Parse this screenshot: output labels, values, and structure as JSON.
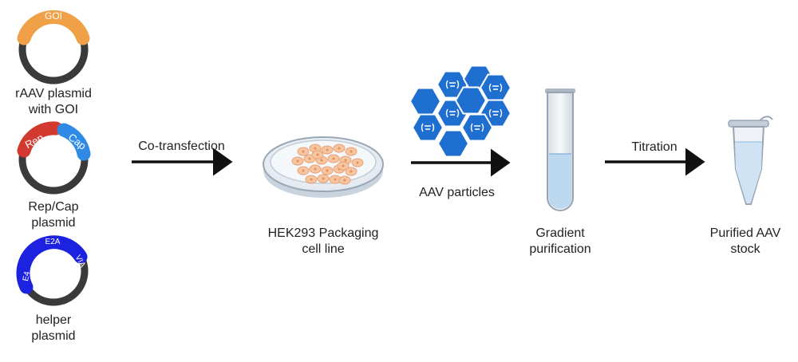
{
  "plasmids": {
    "raav": {
      "segment": "GOI",
      "label_line1": "rAAV plasmid",
      "label_line2": "with GOI"
    },
    "repcap": {
      "segment_rep": "Rep",
      "segment_cap": "Cap",
      "label_line1": "Rep/Cap",
      "label_line2": "plasmid"
    },
    "helper": {
      "segment_e4": "E4",
      "segment_e2a": "E2A",
      "segment_via": "VIA",
      "label_line1": "helper",
      "label_line2": "plasmid"
    }
  },
  "steps": {
    "cotransfection": "Co-transfection",
    "hek_line1": "HEK293 Packaging",
    "hek_line2": "cell line",
    "aav_particles": "AAV particles",
    "gradient_line1": "Gradient",
    "gradient_line2": "purification",
    "titration": "Titration",
    "purified_line1": "Purified AAV",
    "purified_line2": "stock"
  },
  "colors": {
    "goi": "#f0a047",
    "rep": "#d33a2f",
    "cap": "#2f8ae6",
    "helper": "#1d22e0",
    "ring": "#3a3a3a",
    "aav": "#1f6fd1",
    "tube_liquid": "#bcd9f0",
    "cells": "#f6c6a0",
    "arrow": "#111111"
  },
  "icons": {
    "dish": "petri-dish-icon",
    "aav": "aav-capsid-icon",
    "tube": "test-tube-icon",
    "eppendorf": "microcentrifuge-tube-icon"
  }
}
